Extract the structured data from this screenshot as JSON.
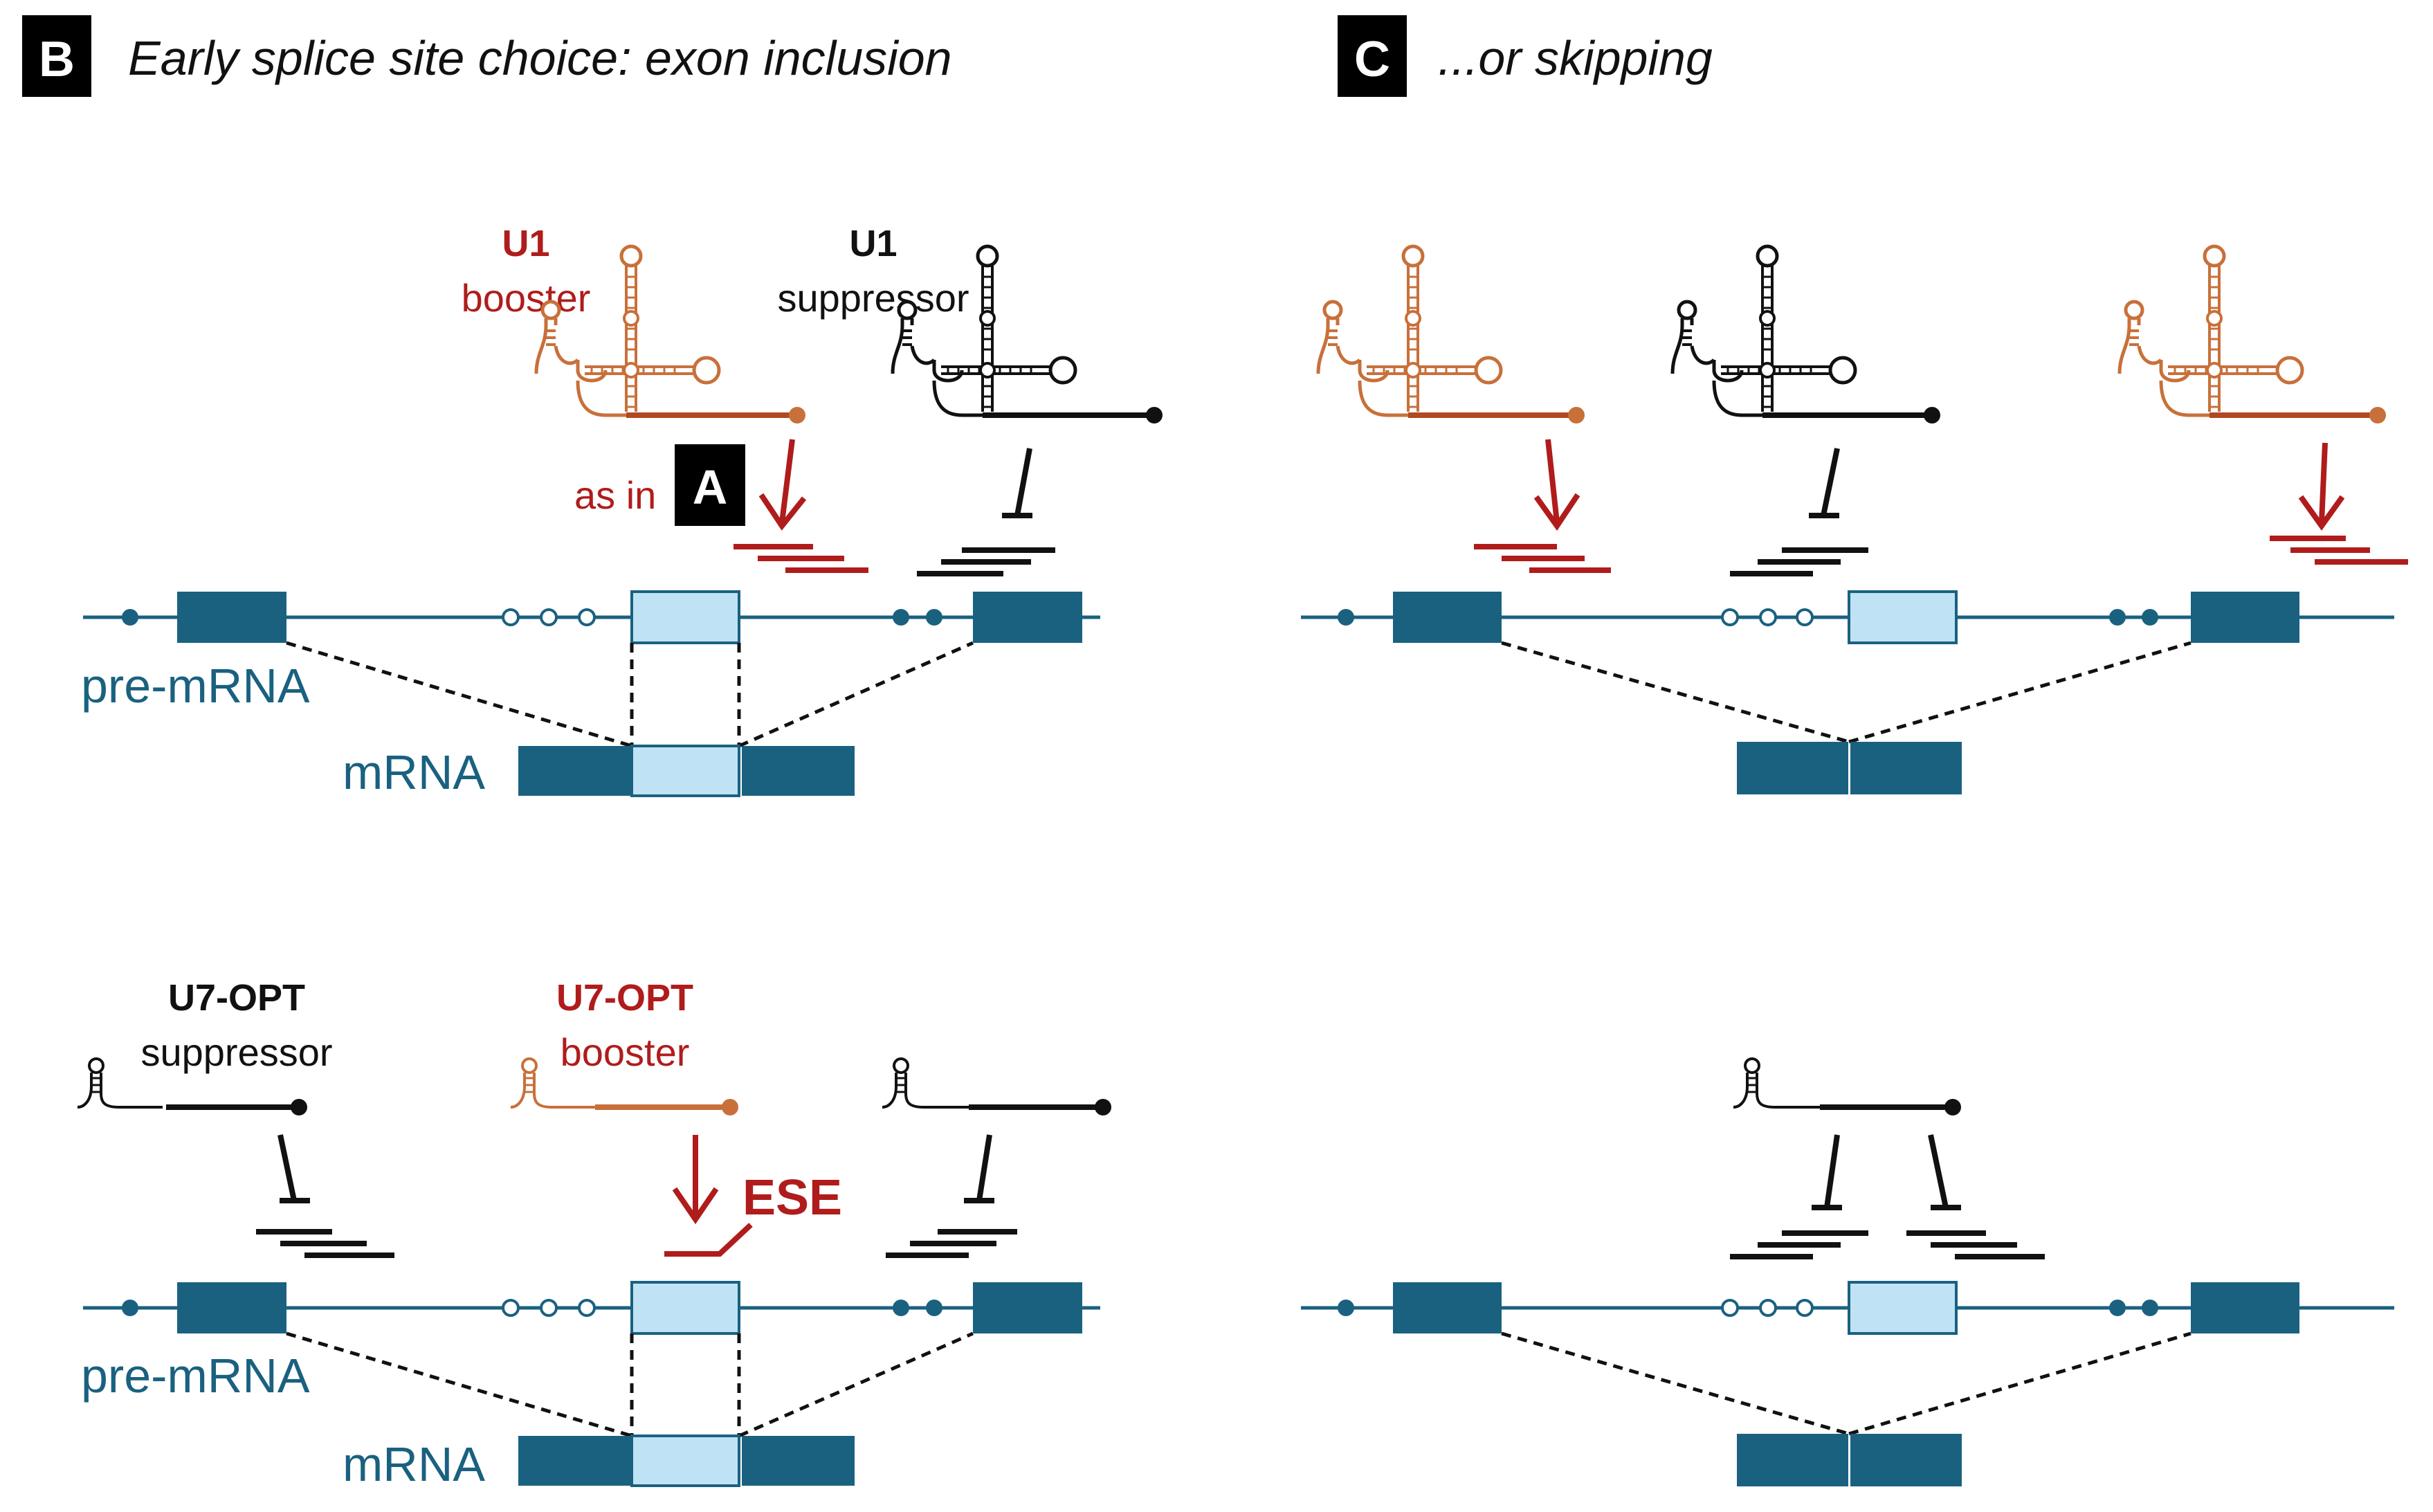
{
  "panel_b": {
    "badge": "B",
    "title": "Early splice site choice: exon inclusion",
    "u1_booster_name": "U1",
    "u1_booster_role": "booster",
    "u1_suppressor_name": "U1",
    "u1_suppressor_role": "suppressor",
    "as_in_label": "as in",
    "as_in_badge": "A",
    "pre_mrna_label_top": "pre-mRNA",
    "mrna_label_top": "mRNA",
    "u7_suppressor_name": "U7-OPT",
    "u7_suppressor_role": "suppressor",
    "u7_booster_name": "U7-OPT",
    "u7_booster_role": "booster",
    "ese_label": "ESE",
    "pre_mrna_label_bottom": "pre-mRNA",
    "mrna_label_bottom": "mRNA"
  },
  "panel_c": {
    "badge": "C",
    "title": "...or skipping"
  },
  "colors": {
    "exon_dark": "#1a6180",
    "exon_light": "#bfe3f5",
    "intron_line": "#1a6180",
    "booster_red": "#b01c1c",
    "booster_orange": "#c8703a",
    "suppressor_black": "#111111",
    "badge_bg": "#000000",
    "badge_text": "#ffffff"
  },
  "icons": {
    "snrna_u1": "u1-snrna-hairpin-icon",
    "snrna_u7": "u7-snrna-hairpin-icon",
    "activation": "arrow-down-icon",
    "inhibition": "t-bar-block-icon",
    "target_site": "stacked-bars-icon"
  }
}
